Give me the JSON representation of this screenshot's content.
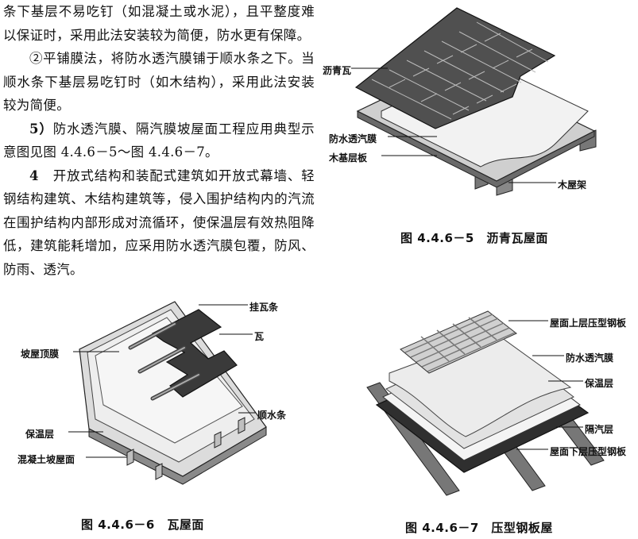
{
  "text": {
    "p1": "条下基层不易吃钉（如混凝土或水泥），且平整度难以保证时，采用此法安装较为简便，防水更有保障。",
    "p2": "②平铺膜法，将防水透汽膜铺于顺水条之下。当顺水条下基层易吃钉时（如木结构），采用此法安装较为简便。",
    "p3_num": "5）",
    "p3": "防水透汽膜、隔汽膜坡屋面工程应用典型示意图见图 4.4.6－5～图 4.4.6－7。",
    "p4_num": "4",
    "p4": "开放式结构和装配式建筑如开放式幕墙、轻钢结构建筑、木结构建筑等，侵入围护结构内的汽流在围护结构内部形成对流循环，使保温层有效热阻降低，建筑能耗增加，应采用防水透汽膜包覆，防风、防雨、透汽。"
  },
  "fig5": {
    "caption": "图 4.4.6－5　沥青瓦屋面",
    "labels": {
      "shingle": "沥青瓦",
      "membrane": "防水透汽膜",
      "board": "木基层板",
      "frame": "木屋架"
    }
  },
  "fig6": {
    "caption": "图 4.4.6－6　瓦屋面",
    "labels": {
      "batten": "挂瓦条",
      "tile": "瓦",
      "top_film": "坡屋顶膜",
      "counter_batten": "顺水条",
      "insulation": "保温层",
      "concrete": "混凝土坡屋面"
    }
  },
  "fig7": {
    "caption": "图 4.4.6－7　压型钢板屋",
    "labels": {
      "upper_plate": "屋面上层压型钢板",
      "membrane": "防水透汽膜",
      "insulation": "保温层",
      "vapor_barrier": "隔汽层",
      "lower_plate": "屋面下层压型钢板"
    }
  }
}
